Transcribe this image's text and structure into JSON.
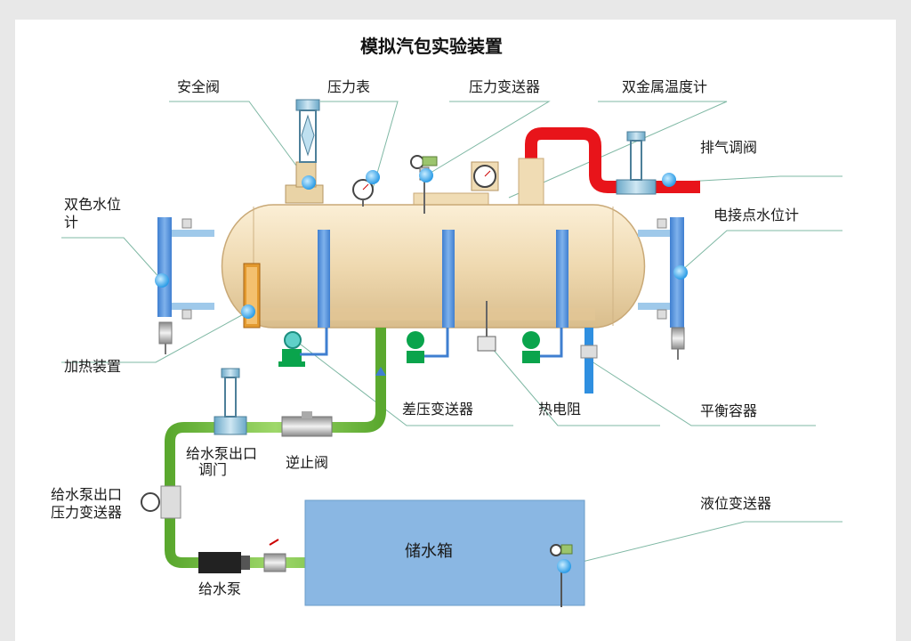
{
  "title": "模拟汽包实验装置",
  "labels": {
    "safety_valve": "安全阀",
    "pressure_gauge": "压力表",
    "pressure_transmitter": "压力变送器",
    "bimetal_thermometer": "双金属温度计",
    "exhaust_valve": "排气调阀",
    "two_color_level_1": "双色水位",
    "two_color_level_2": "计",
    "electrode_level": "电接点水位计",
    "heater": "加热装置",
    "dp_transmitter": "差压变送器",
    "thermal_resistor": "热电阻",
    "balance_vessel": "平衡容器",
    "pump_outlet_valve_1": "给水泵出口",
    "pump_outlet_valve_2": "调门",
    "check_valve": "逆止阀",
    "pump_outlet_pt_1": "给水泵出口",
    "pump_outlet_pt_2": "压力变送器",
    "feed_pump": "给水泵",
    "water_tank": "储水箱",
    "level_transmitter": "液位变送器"
  },
  "colors": {
    "drum": "#f0dcb4",
    "steam_pipe": "#e8141a",
    "feed_pipe": "#7dc242",
    "tank": "#8ab7e3",
    "marker": "#3aa6e8",
    "pump": "#0aa44c"
  }
}
